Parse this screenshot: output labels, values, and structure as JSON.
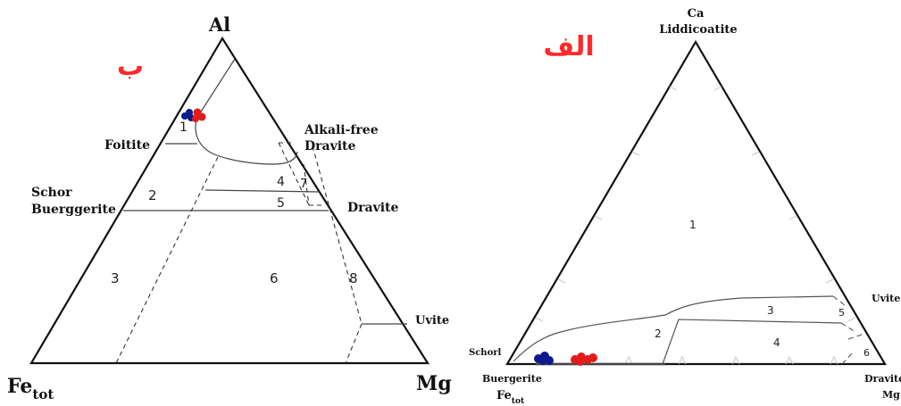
{
  "colors": {
    "red_marker": "#e21b1b",
    "blue_marker": "#0b1a8c",
    "line": "#111111",
    "field_line": "#555555",
    "arabic_title": "#ff2a2a"
  },
  "left_panel": {
    "panel_label": "ب",
    "vertex_top": "Al",
    "vertex_left": "Fe",
    "vertex_left_sub": "tot",
    "vertex_right": "Mg",
    "end_members": {
      "foitite": "Foitite",
      "alkali_free_1": "Alkali-free",
      "alkali_free_2": "Dravite",
      "schor": "Schor",
      "buerggerite": "Buerggerite",
      "dravite": "Dravite",
      "uvite": "Uvite"
    },
    "fields": [
      "1",
      "2",
      "3",
      "4",
      "5",
      "6",
      "7",
      "8"
    ]
  },
  "right_panel": {
    "panel_label": "الف",
    "vertex_top_1": "Ca",
    "vertex_top_2": "Liddicoatite",
    "schorl": "Schorl",
    "buergerite": "Buergerite",
    "fe": "Fe",
    "fe_sub": "tot",
    "uvite": "Uvite",
    "dravite": "Dravite",
    "mg": "Mg",
    "fields": [
      "1",
      "2",
      "3",
      "4",
      "5",
      "6"
    ]
  }
}
